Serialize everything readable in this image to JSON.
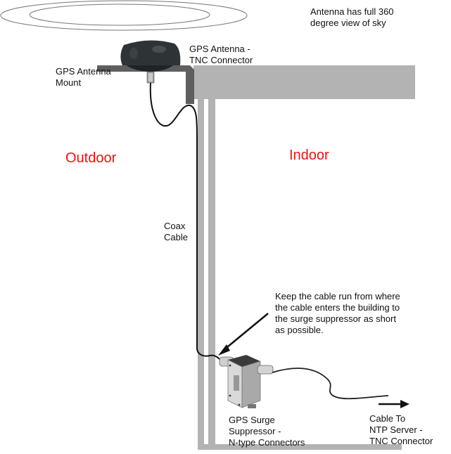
{
  "diagram": {
    "labels": {
      "sky_view": "Antenna has full 360\ndegree view of sky",
      "antenna": "GPS Antenna -\nTNC Connector",
      "mount": "GPS Antenna\nMount",
      "outdoor": "Outdoor",
      "indoor": "Indoor",
      "coax": "Coax\nCable",
      "advice": "Keep the cable run from where\nthe cable enters the building to\nthe surge suppressor as short\nas possible.",
      "suppressor": "GPS Surge\nSuppressor -\nN-type Connectors",
      "cable_to_server": "Cable To\nNTP Server -\nTNC Connector"
    },
    "colors": {
      "region_label": "#ee1111",
      "wall": "#b3b3b3",
      "mount": "#5f5f5f",
      "cable": "#111111",
      "antenna": "#2e3336"
    }
  }
}
